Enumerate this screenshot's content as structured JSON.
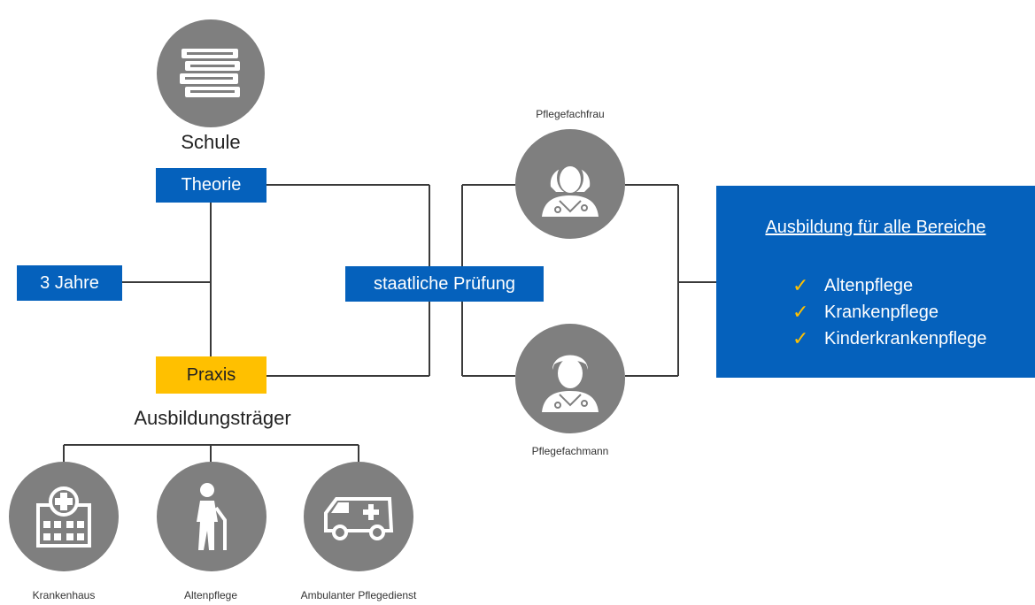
{
  "school": {
    "label": "Schule",
    "icon": "books-icon"
  },
  "theory": {
    "label": "Theorie"
  },
  "duration": {
    "label": "3 Jahre"
  },
  "practice": {
    "label": "Praxis"
  },
  "training_provider": {
    "label": "Ausbildungsträger"
  },
  "exam": {
    "label": "staatliche Prüfung"
  },
  "qualifications": [
    {
      "label": "Pflegefachfrau",
      "icon": "female-nurse-icon"
    },
    {
      "label": "Pflegefachmann",
      "icon": "male-nurse-icon"
    }
  ],
  "providers": [
    {
      "label": "Krankenhaus",
      "icon": "hospital-icon"
    },
    {
      "label": "Altenpflege",
      "icon": "elderly-person-icon"
    },
    {
      "label": "Ambulanter Pflegedienst",
      "icon": "ambulance-icon"
    }
  ],
  "result": {
    "title": "Ausbildung für alle Bereiche",
    "areas": [
      "Altenpflege",
      "Krankenpflege",
      "Kinderkrankenpflege"
    ]
  },
  "colors": {
    "primary": "#0561bc",
    "accent": "#ffc000",
    "icon_bg": "#7f7f7f"
  }
}
